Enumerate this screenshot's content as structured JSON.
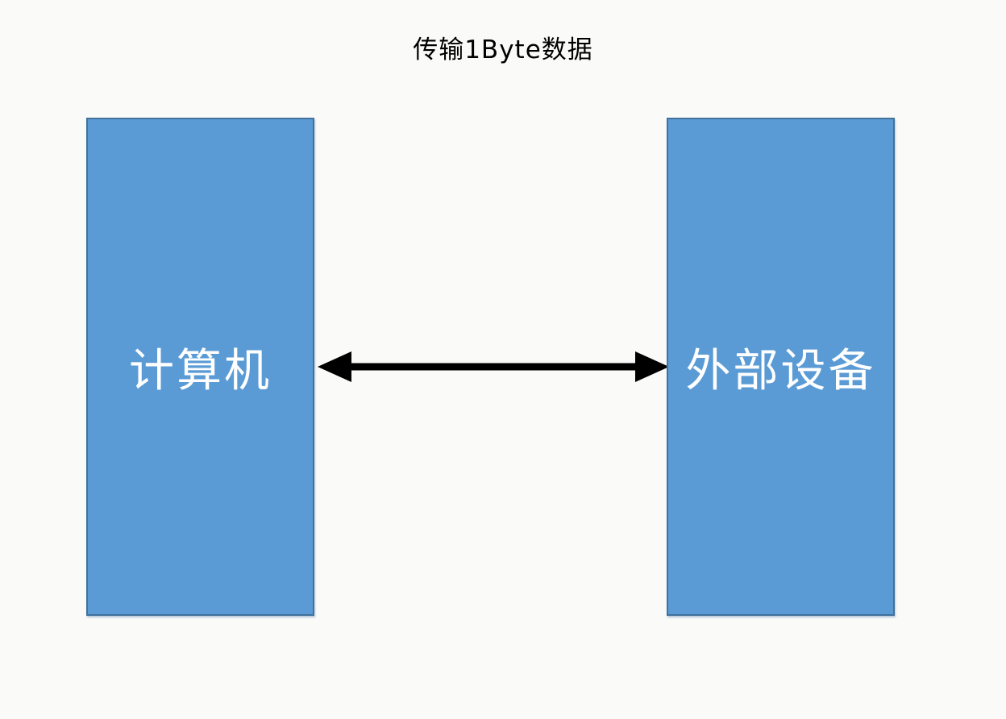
{
  "diagram": {
    "title": "传输1Byte数据",
    "nodes": [
      {
        "id": "computer",
        "label": "计算机"
      },
      {
        "id": "external-device",
        "label": "外部设备"
      }
    ],
    "connector": {
      "type": "double-headed-arrow",
      "between": [
        "计算机",
        "外部设备"
      ]
    },
    "colors": {
      "background": "#FAFAF8",
      "node_fill": "#5B9BD5",
      "node_border": "#41719C",
      "node_text": "#FFFFFF",
      "title_text": "#000000",
      "arrow": "#000000"
    }
  }
}
